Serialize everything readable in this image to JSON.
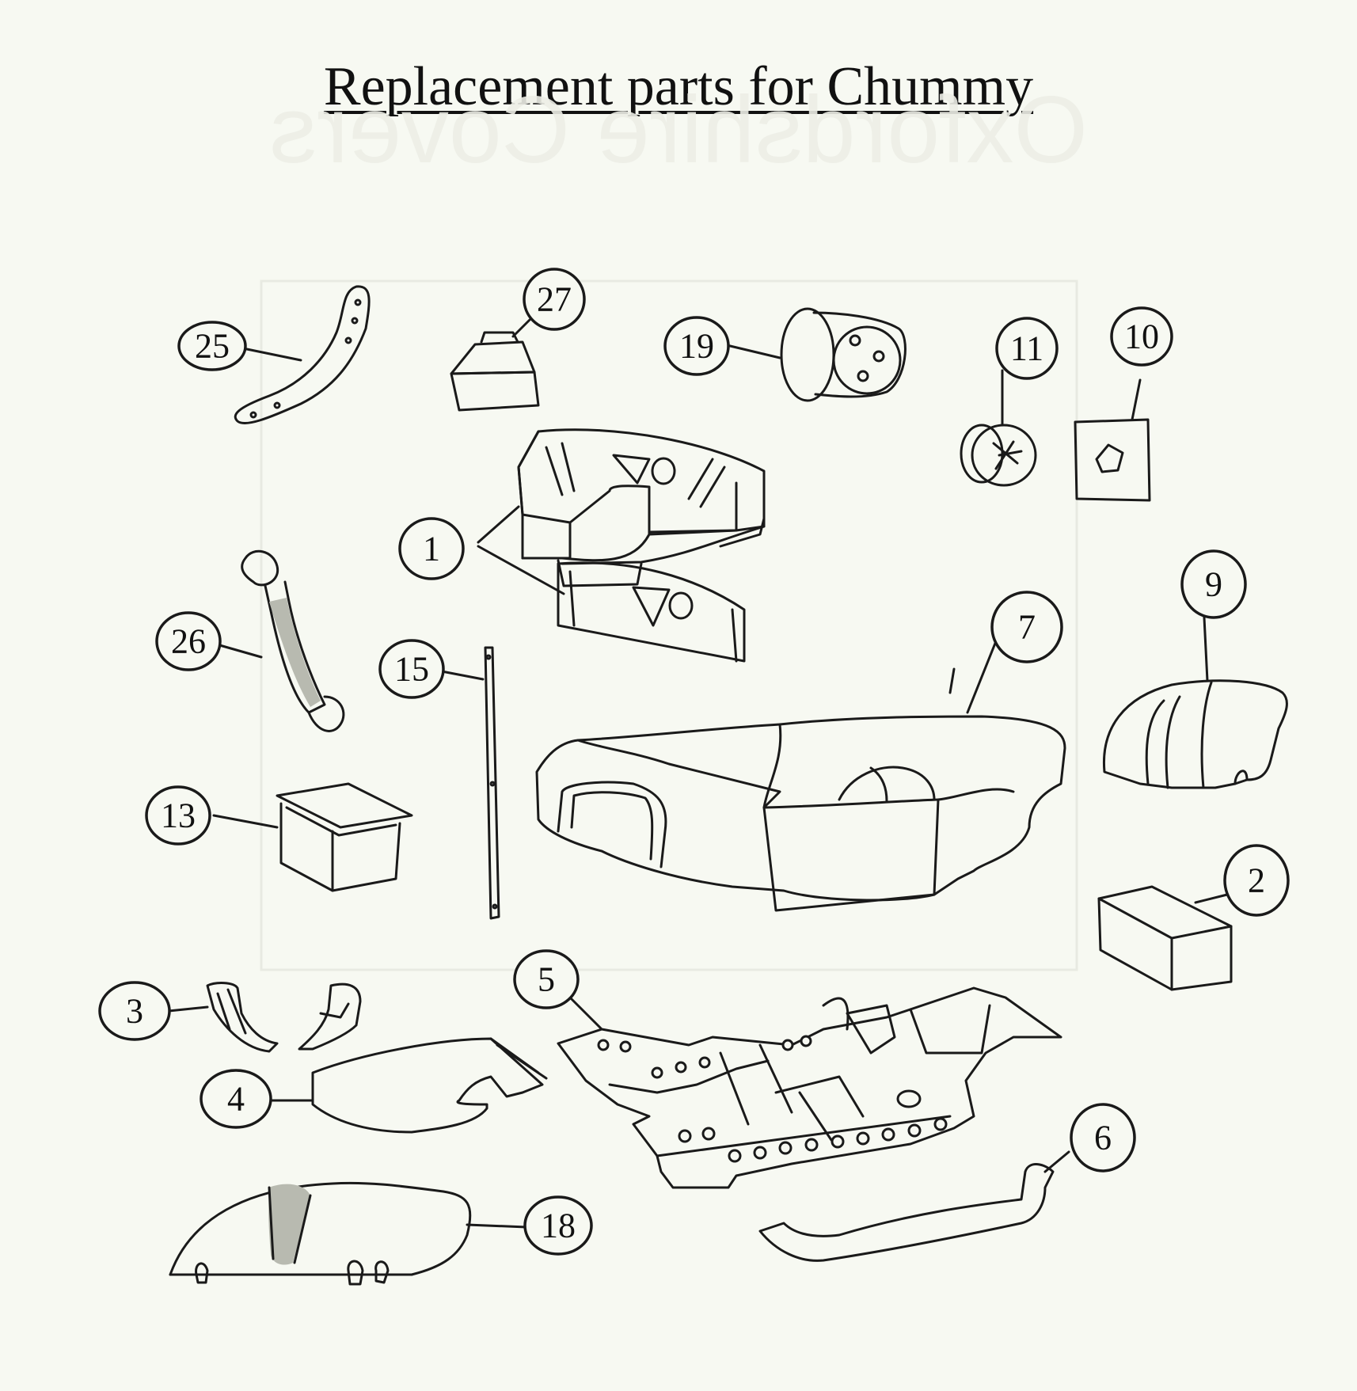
{
  "title": "Replacement parts for Chummy",
  "labels": {
    "p1": "1",
    "p2": "2",
    "p3": "3",
    "p4": "4",
    "p5": "5",
    "p6": "6",
    "p7": "7",
    "p9": "9",
    "p10": "10",
    "p11": "11",
    "p13": "13",
    "p15": "15",
    "p18": "18",
    "p19": "19",
    "p25": "25",
    "p26": "26",
    "p27": "27"
  },
  "colors": {
    "paper": "#f7f9f2",
    "ink": "#1a1a1a"
  }
}
